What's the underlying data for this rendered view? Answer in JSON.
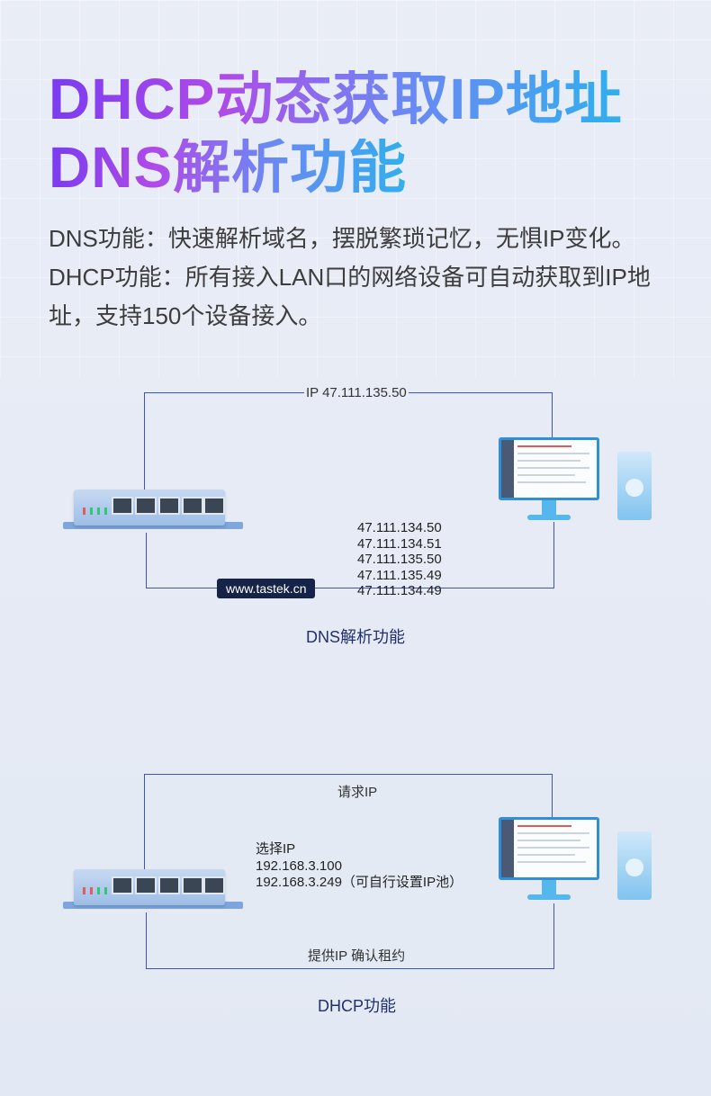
{
  "headline": {
    "line1": "DHCP动态获取IP地址",
    "line2": "DNS解析功能"
  },
  "description": {
    "dns": "DNS功能：快速解析域名，摆脱繁琐记忆，无惧IP变化。",
    "dhcp": "DHCP功能：所有接入LAN口的网络设备可自动获取到IP地址，支持150个设备接入。"
  },
  "dns_diagram": {
    "top_label": "IP 47.111.135.50",
    "url": "www.tastek.cn",
    "ip_list": [
      "47.111.134.50",
      "47.111.134.51",
      "47.111.135.50",
      "47.111.135.49",
      "47.111.134.49"
    ],
    "caption": "DNS解析功能"
  },
  "dhcp_diagram": {
    "request_label": "请求IP",
    "select_label": "选择IP",
    "ip_start": "192.168.3.100",
    "ip_end": "192.168.3.249（可自行设置IP池）",
    "offer_label": "提供IP  确认租约",
    "caption": "DHCP功能"
  },
  "colors": {
    "line": "#3f55b3",
    "url_box": "#142347",
    "gradient_start": "#7a3cf0",
    "gradient_end": "#2fb0ee"
  },
  "icons": [
    "router-device",
    "monitor-icon",
    "pc-tower-icon"
  ]
}
